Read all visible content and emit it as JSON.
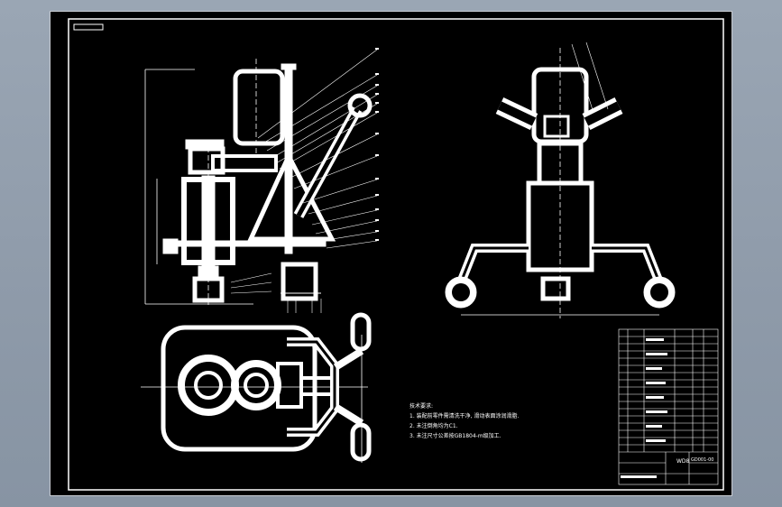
{
  "drawing": {
    "title_block_code": "WD8",
    "title_block_number": "GD001-00",
    "tech_notes": [
      "技术要求:",
      "1. 装配前零件需清洗干净, 滑动表面涂润滑脂.",
      "2. 未注倒角均为C1.",
      "3. 未注尺寸公差按GB1804-m级加工."
    ]
  },
  "colors": {
    "background": "#8e9aa9",
    "sheet": "#000000",
    "line": "#ffffff"
  }
}
